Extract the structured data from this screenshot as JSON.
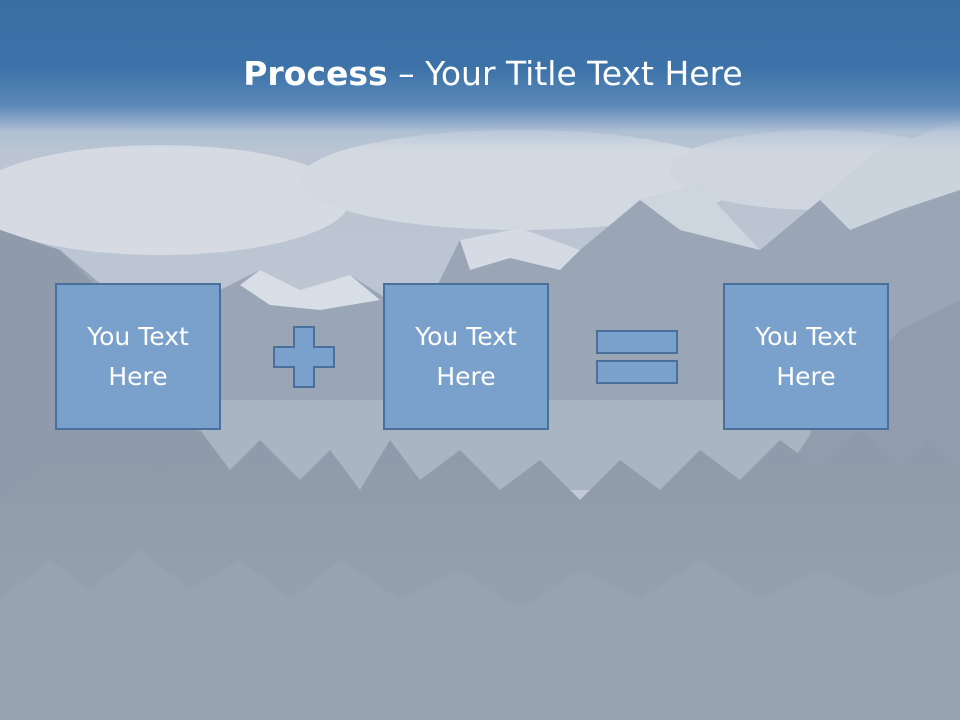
{
  "slide": {
    "title_bold": "Process",
    "title_dash": " – ",
    "title_rest": "Your Title Text Here",
    "boxes": [
      {
        "text": "You Text Here"
      },
      {
        "text": "You Text Here"
      },
      {
        "text": "You Text Here"
      }
    ],
    "operators": [
      "plus-icon",
      "equals-icon"
    ],
    "colors": {
      "header": "#3c72a8",
      "box_fill": "#7aa0cc",
      "box_border": "#4a6f9a",
      "text": "#ffffff"
    }
  }
}
